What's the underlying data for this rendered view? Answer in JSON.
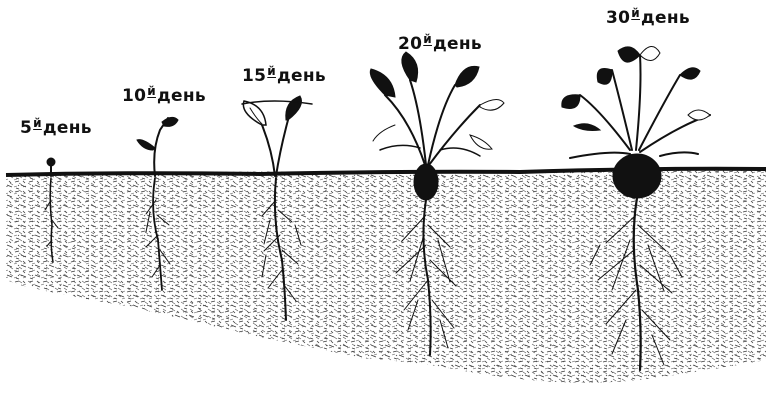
{
  "diagram": {
    "stages": [
      {
        "day": "5",
        "suffix": "й",
        "unit": "день"
      },
      {
        "day": "10",
        "suffix": "й",
        "unit": "день"
      },
      {
        "day": "15",
        "suffix": "й",
        "unit": "день"
      },
      {
        "day": "20",
        "suffix": "й",
        "unit": "день"
      },
      {
        "day": "30",
        "suffix": "й",
        "unit": "день"
      }
    ],
    "colors": {
      "ink": "#111111",
      "soil": "#2a2a2a",
      "background": "#ffffff"
    }
  }
}
